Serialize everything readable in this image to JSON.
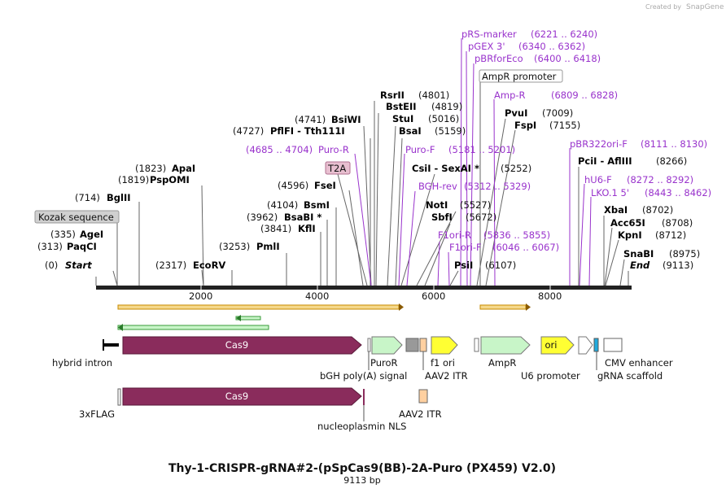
{
  "credit": "Created by",
  "brand": "SnapGene",
  "title": "Thy-1-CRISPR-gRNA#2-(pSpCas9(BB)-2A-Puro (PX459) V2.0)",
  "length_label": "9113 bp",
  "ruler": [
    "2000",
    "4000",
    "6000",
    "8000"
  ],
  "sites": [
    {
      "name": "Start",
      "pos": "(0)",
      "italic": true
    },
    {
      "name": "PaqCI",
      "pos": "(313)"
    },
    {
      "name": "AgeI",
      "pos": "(335)"
    },
    {
      "name": "BglII",
      "pos": "(714)"
    },
    {
      "name": "PspOMI",
      "pos": "(1819)"
    },
    {
      "name": "ApaI",
      "pos": "(1823)"
    },
    {
      "name": "EcoRV",
      "pos": "(2317)"
    },
    {
      "name": "PmlI",
      "pos": "(3253)"
    },
    {
      "name": "KflI",
      "pos": "(3841)"
    },
    {
      "name": "BsaBI *",
      "pos": "(3962)"
    },
    {
      "name": "BsmI",
      "pos": "(4104)"
    },
    {
      "name": "FseI",
      "pos": "(4596)"
    },
    {
      "name": "PflFI - Tth111I",
      "pos": "(4727)"
    },
    {
      "name": "BsiWI",
      "pos": "(4741)"
    },
    {
      "name": "RsrII",
      "pos": "(4801)"
    },
    {
      "name": "BstEII",
      "pos": "(4819)"
    },
    {
      "name": "StuI",
      "pos": "(5016)"
    },
    {
      "name": "BsaI",
      "pos": "(5159)"
    },
    {
      "name": "CsiI - SexAI *",
      "pos": "(5252)"
    },
    {
      "name": "NotI",
      "pos": "(5527)"
    },
    {
      "name": "SbfI",
      "pos": "(5672)"
    },
    {
      "name": "PsiI",
      "pos": "(6107)"
    },
    {
      "name": "PvuI",
      "pos": "(7009)"
    },
    {
      "name": "FspI",
      "pos": "(7155)"
    },
    {
      "name": "PciI - AflIII",
      "pos": "(8266)"
    },
    {
      "name": "XbaI",
      "pos": "(8702)"
    },
    {
      "name": "Acc65I",
      "pos": "(8708)"
    },
    {
      "name": "KpnI",
      "pos": "(8712)"
    },
    {
      "name": "SnaBI",
      "pos": "(8975)"
    },
    {
      "name": "End",
      "pos": "(9113)",
      "italic": true
    }
  ],
  "primers": [
    {
      "name": "Puro-R",
      "range": "(4685 .. 4704)"
    },
    {
      "name": "Puro-F",
      "range": "(5181 .. 5201)"
    },
    {
      "name": "BGH-rev",
      "range": "(5312 .. 5329)"
    },
    {
      "name": "F1ori-R",
      "range": "(5836 .. 5855)"
    },
    {
      "name": "F1ori-F",
      "range": "(6046 .. 6067)"
    },
    {
      "name": "pRS-marker",
      "range": "(6221 .. 6240)"
    },
    {
      "name": "pGEX 3'",
      "range": "(6340 .. 6362)"
    },
    {
      "name": "pBRforEco",
      "range": "(6400 .. 6418)"
    },
    {
      "name": "Amp-R",
      "range": "(6809 .. 6828)"
    },
    {
      "name": "pBR322ori-F",
      "range": "(8111 .. 8130)"
    },
    {
      "name": "hU6-F",
      "range": "(8272 .. 8292)"
    },
    {
      "name": "LKO.1 5'",
      "range": "(8443 .. 8462)"
    }
  ],
  "boxed_labels": [
    "Kozak sequence",
    "T2A",
    "AmpR promoter"
  ],
  "features": [
    "hybrid intron",
    "Cas9",
    "PuroR",
    "bGH poly(A) signal",
    "f1 ori",
    "AAV2 ITR",
    "AmpR",
    "ori",
    "U6 promoter",
    "CMV enhancer",
    "gRNA scaffold",
    "3xFLAG",
    "Cas9",
    "nucleoplasmin NLS",
    "AAV2 ITR"
  ],
  "colors": {
    "cas9": "#8a2c5c",
    "puro": "#c8f5c8",
    "ori": "#ffff33",
    "purple": "#9933cc",
    "itr": "#ffd0a0",
    "grey": "#999999"
  }
}
